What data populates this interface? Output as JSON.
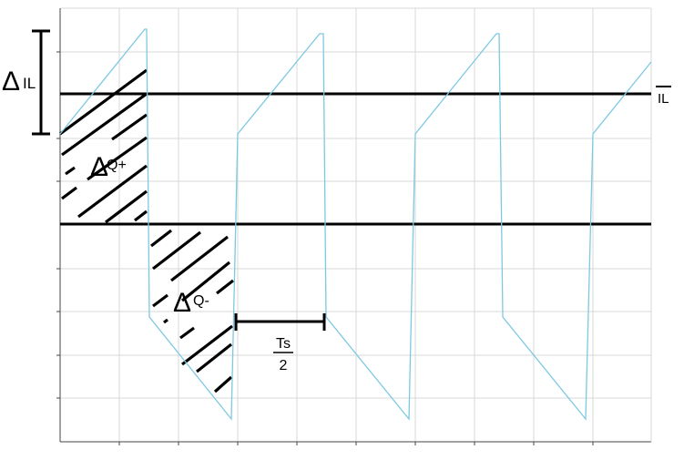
{
  "labels": {
    "delta_symbol": "Δ",
    "delta_il_text": "IL",
    "il_avg_text": "IL",
    "dq_plus_text": "Q+",
    "dq_minus_text": "Q-",
    "ts_numerator": "Ts",
    "ts_denominator": "2"
  },
  "colors": {
    "waveform": "#7ec8e3",
    "grid": "#d9d9d9",
    "ink": "#000000"
  }
}
